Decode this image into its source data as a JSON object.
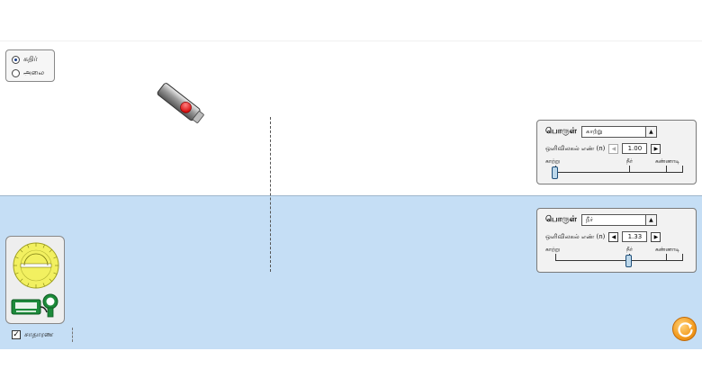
{
  "mode_panel": {
    "options": [
      {
        "label": "கதிர்",
        "selected": true
      },
      {
        "label": "அலை",
        "selected": false
      }
    ]
  },
  "top_medium": {
    "title": "பொருள்",
    "material": "காற்று",
    "index_label": "ஒளிவிலகல் எண் (n)",
    "index_value": "1.00",
    "slider_fraction": 0,
    "tick_labels": {
      "air": "காற்று",
      "water": "நீர்",
      "glass": "கண்ணாடி"
    }
  },
  "bottom_medium": {
    "title": "பொருள்",
    "material": "நீர்",
    "index_label": "ஒளிவிலகல் எண் (n)",
    "index_value": "1.33",
    "slider_fraction": 0.58,
    "tick_labels": {
      "air": "காற்று",
      "water": "நீர்",
      "glass": "கண்ணாடி"
    }
  },
  "normal_checkbox": {
    "label": "சாதாரண",
    "checked": true
  },
  "icons": {
    "laser": "laser-pointer-icon",
    "protractor": "protractor-icon",
    "intensity_meter": "intensity-meter-icon",
    "reset": "reset-icon"
  },
  "colors": {
    "water": "#c5def5",
    "laser_button": "#e01010",
    "reset": "#f39a1c",
    "protractor": "#f2f060"
  }
}
